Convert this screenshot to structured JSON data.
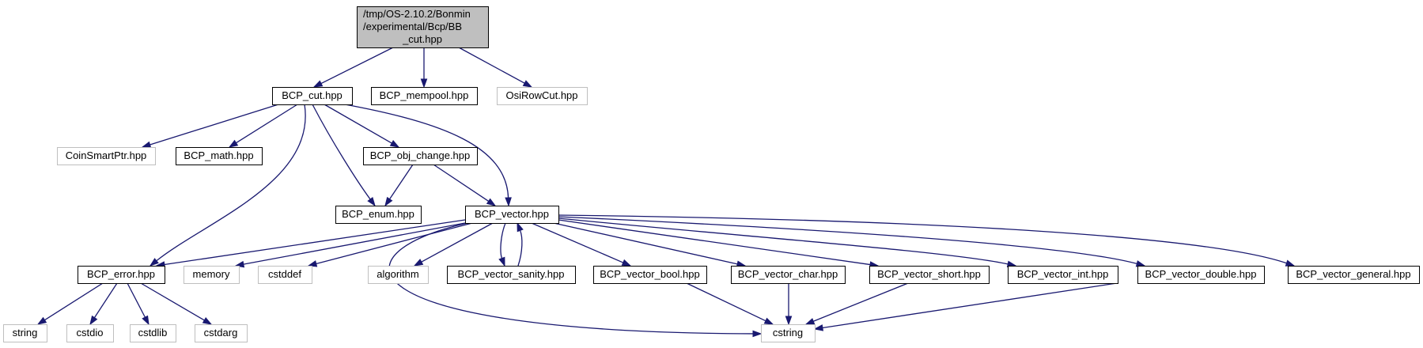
{
  "colors": {
    "edge": "#191970",
    "solid_border": "#000000",
    "external_border": "#bfbfbf",
    "root_fill": "#bfbfbf",
    "node_fill": "#ffffff",
    "text": "#000000"
  },
  "nodes": [
    {
      "id": "root",
      "lines": [
        "/tmp/OS-2.10.2/Bonmin",
        "/experimental/Bcp/BB",
        "_cut.hpp"
      ],
      "kind": "root"
    },
    {
      "id": "bcp_cut",
      "lines": [
        "BCP_cut.hpp"
      ],
      "kind": "solid"
    },
    {
      "id": "bcp_mempool",
      "lines": [
        "BCP_mempool.hpp"
      ],
      "kind": "solid"
    },
    {
      "id": "osirowcut",
      "lines": [
        "OsiRowCut.hpp"
      ],
      "kind": "external"
    },
    {
      "id": "coinsmartptr",
      "lines": [
        "CoinSmartPtr.hpp"
      ],
      "kind": "external"
    },
    {
      "id": "bcp_math",
      "lines": [
        "BCP_math.hpp"
      ],
      "kind": "solid"
    },
    {
      "id": "bcp_obj_change",
      "lines": [
        "BCP_obj_change.hpp"
      ],
      "kind": "solid"
    },
    {
      "id": "bcp_enum",
      "lines": [
        "BCP_enum.hpp"
      ],
      "kind": "solid"
    },
    {
      "id": "bcp_vector",
      "lines": [
        "BCP_vector.hpp"
      ],
      "kind": "solid"
    },
    {
      "id": "bcp_error",
      "lines": [
        "BCP_error.hpp"
      ],
      "kind": "solid"
    },
    {
      "id": "memory",
      "lines": [
        "memory"
      ],
      "kind": "external"
    },
    {
      "id": "cstddef",
      "lines": [
        "cstddef"
      ],
      "kind": "external"
    },
    {
      "id": "algorithm",
      "lines": [
        "algorithm"
      ],
      "kind": "external"
    },
    {
      "id": "bcp_vector_sanity",
      "lines": [
        "BCP_vector_sanity.hpp"
      ],
      "kind": "solid"
    },
    {
      "id": "bcp_vector_bool",
      "lines": [
        "BCP_vector_bool.hpp"
      ],
      "kind": "solid"
    },
    {
      "id": "bcp_vector_char",
      "lines": [
        "BCP_vector_char.hpp"
      ],
      "kind": "solid"
    },
    {
      "id": "bcp_vector_short",
      "lines": [
        "BCP_vector_short.hpp"
      ],
      "kind": "solid"
    },
    {
      "id": "bcp_vector_int",
      "lines": [
        "BCP_vector_int.hpp"
      ],
      "kind": "solid"
    },
    {
      "id": "bcp_vector_double",
      "lines": [
        "BCP_vector_double.hpp"
      ],
      "kind": "solid"
    },
    {
      "id": "bcp_vector_general",
      "lines": [
        "BCP_vector_general.hpp"
      ],
      "kind": "solid"
    },
    {
      "id": "string",
      "lines": [
        "string"
      ],
      "kind": "external"
    },
    {
      "id": "cstdio",
      "lines": [
        "cstdio"
      ],
      "kind": "external"
    },
    {
      "id": "cstdlib",
      "lines": [
        "cstdlib"
      ],
      "kind": "external"
    },
    {
      "id": "cstdarg",
      "lines": [
        "cstdarg"
      ],
      "kind": "external"
    },
    {
      "id": "cstring",
      "lines": [
        "cstring"
      ],
      "kind": "external"
    }
  ],
  "edges": [
    {
      "from": "root",
      "to": "bcp_cut"
    },
    {
      "from": "root",
      "to": "bcp_mempool"
    },
    {
      "from": "root",
      "to": "osirowcut"
    },
    {
      "from": "bcp_cut",
      "to": "coinsmartptr"
    },
    {
      "from": "bcp_cut",
      "to": "bcp_math"
    },
    {
      "from": "bcp_cut",
      "to": "bcp_obj_change"
    },
    {
      "from": "bcp_cut",
      "to": "bcp_enum"
    },
    {
      "from": "bcp_cut",
      "to": "bcp_vector"
    },
    {
      "from": "bcp_cut",
      "to": "bcp_error"
    },
    {
      "from": "bcp_obj_change",
      "to": "bcp_enum"
    },
    {
      "from": "bcp_obj_change",
      "to": "bcp_vector"
    },
    {
      "from": "bcp_vector",
      "to": "bcp_error"
    },
    {
      "from": "bcp_vector",
      "to": "memory"
    },
    {
      "from": "bcp_vector",
      "to": "cstddef"
    },
    {
      "from": "bcp_vector",
      "to": "algorithm"
    },
    {
      "from": "bcp_vector",
      "to": "bcp_vector_sanity"
    },
    {
      "from": "bcp_vector_sanity",
      "to": "bcp_vector"
    },
    {
      "from": "bcp_vector",
      "to": "bcp_vector_bool"
    },
    {
      "from": "bcp_vector",
      "to": "bcp_vector_char"
    },
    {
      "from": "bcp_vector",
      "to": "bcp_vector_short"
    },
    {
      "from": "bcp_vector",
      "to": "bcp_vector_int"
    },
    {
      "from": "bcp_vector",
      "to": "bcp_vector_double"
    },
    {
      "from": "bcp_vector",
      "to": "bcp_vector_general"
    },
    {
      "from": "bcp_vector",
      "to": "cstring"
    },
    {
      "from": "bcp_error",
      "to": "string"
    },
    {
      "from": "bcp_error",
      "to": "cstdio"
    },
    {
      "from": "bcp_error",
      "to": "cstdlib"
    },
    {
      "from": "bcp_error",
      "to": "cstdarg"
    },
    {
      "from": "bcp_vector_bool",
      "to": "cstring"
    },
    {
      "from": "bcp_vector_char",
      "to": "cstring"
    },
    {
      "from": "bcp_vector_short",
      "to": "cstring"
    },
    {
      "from": "bcp_vector_double",
      "to": "cstring"
    }
  ]
}
